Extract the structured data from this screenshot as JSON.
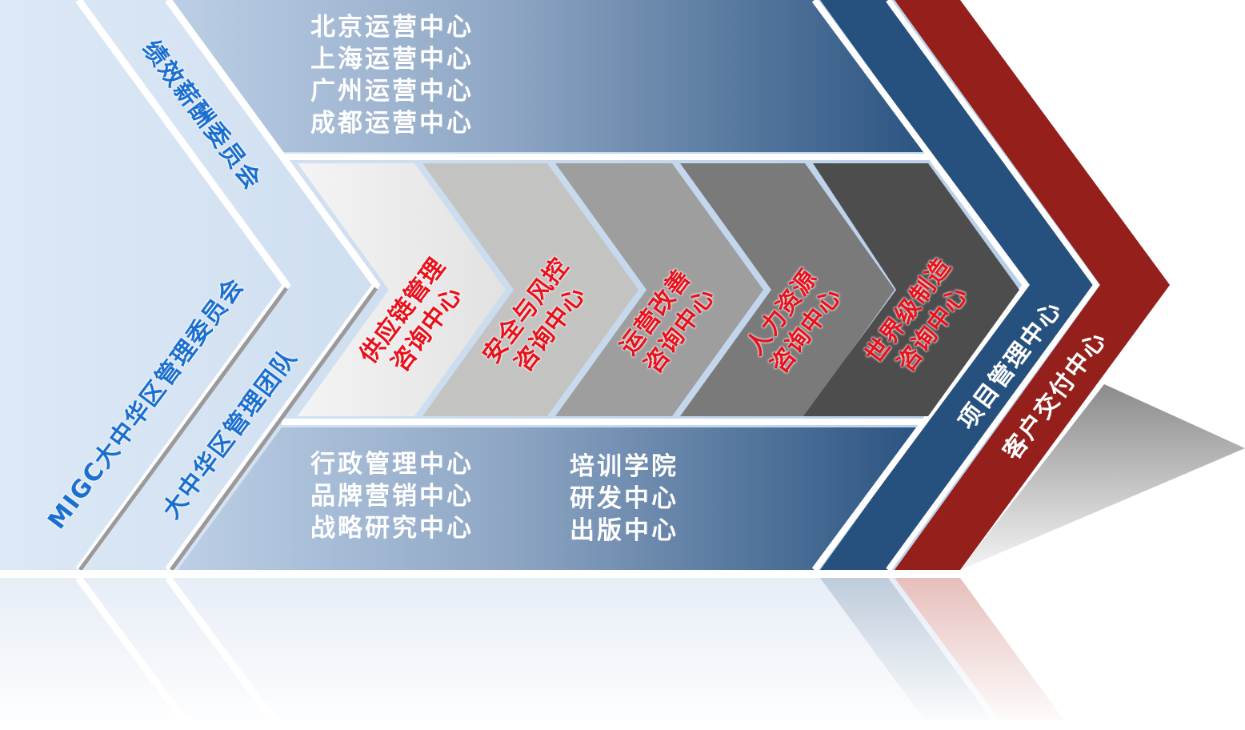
{
  "diagram": {
    "left_labels": {
      "migc_committee": "MIGC大中华区管理委员会",
      "performance_committee": "绩效薪酬委员会",
      "management_team": "大中华区管理团队"
    },
    "top_centers": [
      "北京运营中心",
      "上海运营中心",
      "广州运营中心",
      "成都运营中心"
    ],
    "bottom_centers_left": [
      "行政管理中心",
      "品牌营销中心",
      "战略研究中心"
    ],
    "bottom_centers_right": [
      "培训学院",
      "研发中心",
      "出版中心"
    ],
    "consulting_centers": [
      {
        "line1": "供应链管理",
        "line2": "咨询中心"
      },
      {
        "line1": "安全与风控",
        "line2": "咨询中心"
      },
      {
        "line1": "运营改善",
        "line2": "咨询中心"
      },
      {
        "line1": "人力资源",
        "line2": "咨询中心"
      },
      {
        "line1": "世界级制造",
        "line2": "咨询中心"
      }
    ],
    "project_center": "项目管理中心",
    "delivery_center": "客户交付中心",
    "colors": {
      "light_blue": "#c3d6ec",
      "navy": "#26507e",
      "dark_red": "#951f1a",
      "label_blue": "#1a6fd0",
      "label_red": "#e8121c"
    }
  }
}
